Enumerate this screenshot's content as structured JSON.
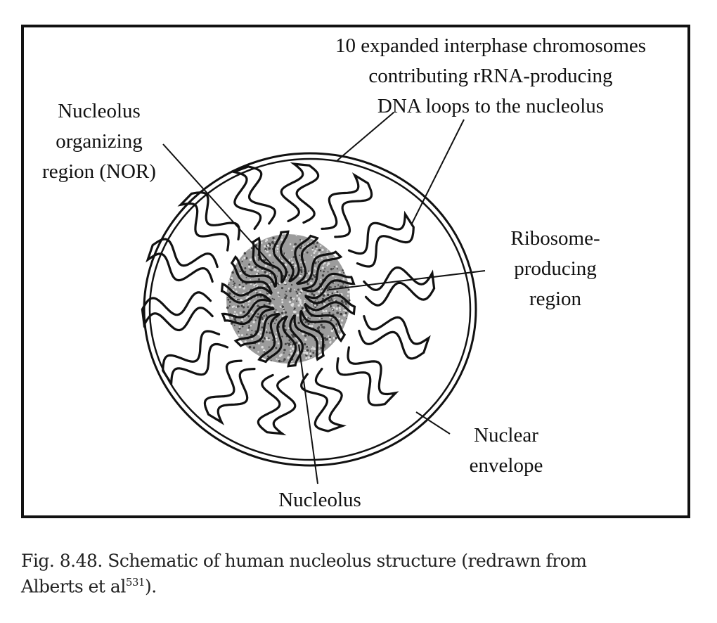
{
  "labels": {
    "chromosomes": [
      "10 expanded interphase chromosomes",
      "contributing rRNA-producing",
      "DNA loops to the nucleolus"
    ],
    "nor": [
      "Nucleolus",
      "organizing",
      "region (NOR)"
    ],
    "ribosome": [
      "Ribosome-",
      "producing",
      "region"
    ],
    "envelope": [
      "Nuclear",
      "envelope"
    ],
    "nucleolus": "Nucleolus"
  },
  "caption": {
    "text": "Fig. 8.48. Schematic of human nucleolus structure (redrawn from",
    "text2": "Alberts et al",
    "ref": "531",
    "end": ")."
  }
}
